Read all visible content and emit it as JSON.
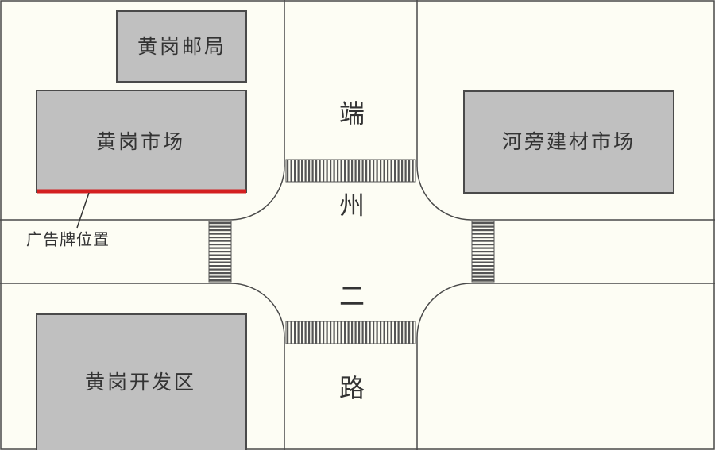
{
  "colors": {
    "background": "#fdfdf4",
    "building_fill": "#c0c0c0",
    "outline": "#4a4a4a",
    "billboard": "#d42020",
    "crosswalk": "#555555"
  },
  "buildings": {
    "post_office": "黄岗邮局",
    "market": "黄岗市场",
    "building_materials_market": "河旁建材市场",
    "development_zone": "黄岗开发区"
  },
  "road": {
    "chars": [
      "端",
      "州",
      "二",
      "路"
    ]
  },
  "callout": {
    "label": "广告牌位置",
    "icon": "billboard-marker"
  }
}
